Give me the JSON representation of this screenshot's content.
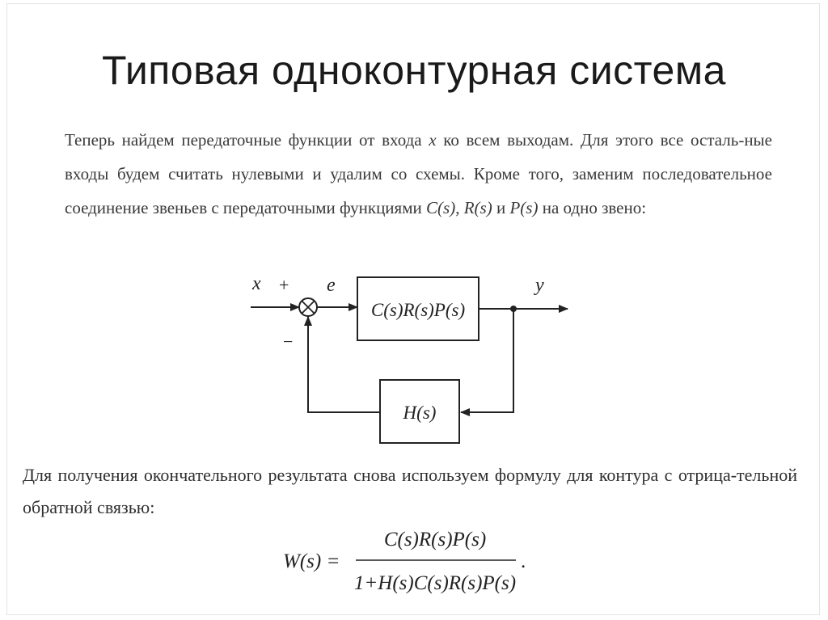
{
  "slide": {
    "title": "Типовая одноконтурная система"
  },
  "paragraph1": {
    "part1": "Теперь найдем передаточные функции от входа ",
    "var_x": "x",
    "part2": " ко всем выходам. Для этого все осталь-ные входы будем считать нулевыми и удалим со схемы. Кроме того, заменим последовательное соединение звеньев с передаточными функциями ",
    "C": "C",
    "R": "R",
    "P": "P",
    "s": "s",
    "part3": " на одно звено:"
  },
  "diagram": {
    "input_label": "x",
    "plus_sign": "+",
    "minus_sign": "−",
    "error_label": "e",
    "forward_block": "C(s)R(s)P(s)",
    "output_label": "y",
    "feedback_block": "H(s)"
  },
  "paragraph2": {
    "text": "Для получения окончательного результата снова используем формулу для контура с отрица-тельной обратной связью:"
  },
  "formula": {
    "lhs": "W(s) =",
    "numerator": "C(s)R(s)P(s)",
    "denominator": "1+H(s)C(s)R(s)P(s)",
    "period": "."
  }
}
